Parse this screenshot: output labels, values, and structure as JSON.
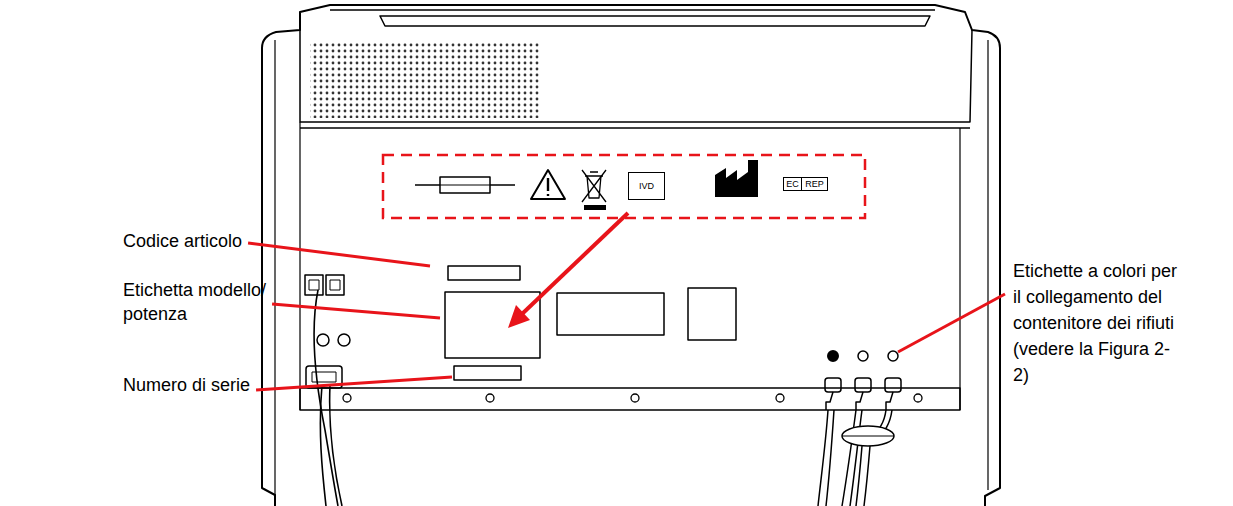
{
  "diagram": {
    "nodes": [
      {
        "text": [
          "IVD"
        ]
      },
      {
        "text": [
          "EC"
        ]
      },
      {
        "text": [
          "REP"
        ]
      }
    ],
    "labels": [
      "Codice articolo",
      "Etichetta modello/ potenza",
      "Numero di serie",
      "Etichette a colori per il collegamento del contenitore dei rifiuti (vedere la Figura 2-2)"
    ]
  }
}
